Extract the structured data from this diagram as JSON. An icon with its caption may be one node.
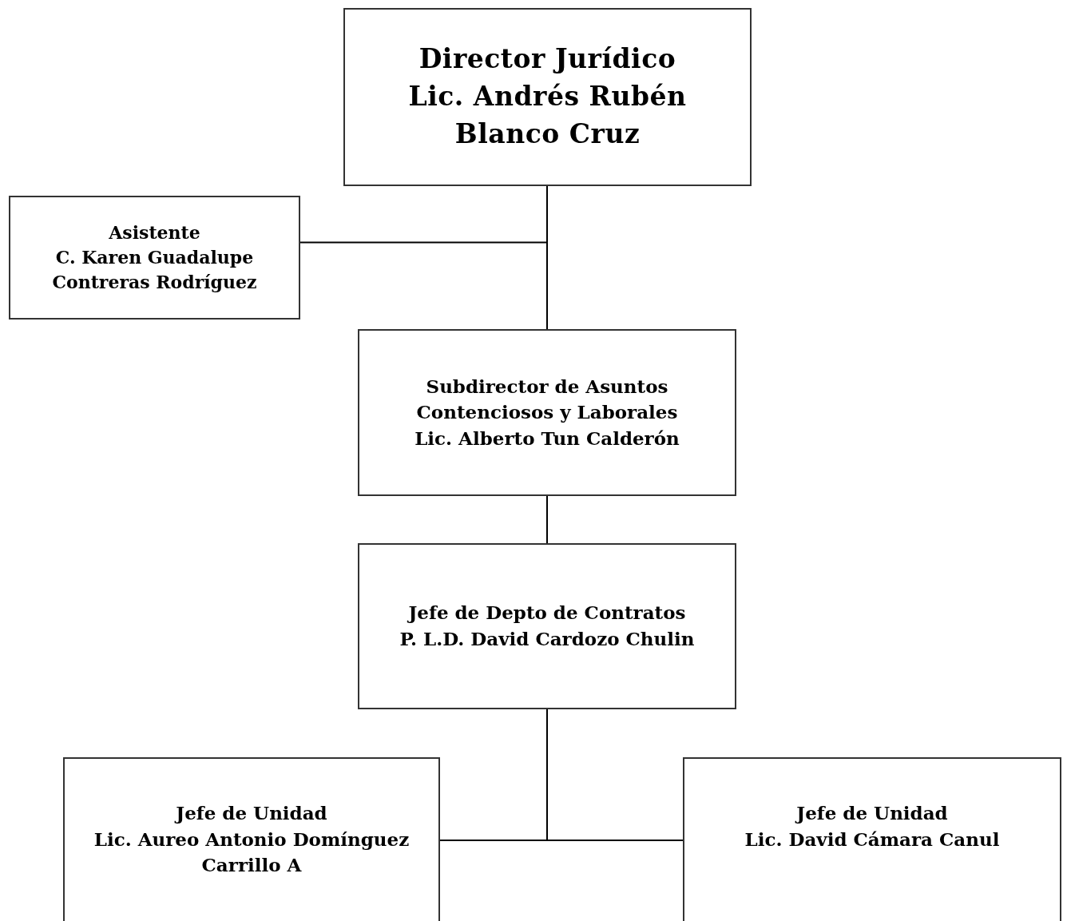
{
  "diagram": {
    "nodes": [
      {
        "text": [
          "Director Jurídico",
          "Lic. Andrés Rubén Blanco Cruz"
        ]
      },
      {
        "text": [
          "Asistente",
          "C. Karen Guadalupe Contreras Rodríguez"
        ]
      },
      {
        "text": [
          "Subdirector de Asuntos Contenciosos y Laborales",
          "Lic. Alberto Tun Calderón"
        ]
      },
      {
        "text": [
          "Jefe de Depto de Contratos",
          "P. L.D. David Cardozo Chulin"
        ]
      },
      {
        "text": [
          "Jefe de Unidad",
          "Lic. Aureo Antonio Domínguez Carrillo A"
        ]
      },
      {
        "text": [
          "Jefe de Unidad",
          "Lic. David Cámara Canul"
        ]
      }
    ],
    "edges": [
      {
        "from": 0,
        "to": 2,
        "arrow": "none"
      },
      {
        "from": 1,
        "to": 0,
        "arrow": "none"
      },
      {
        "from": 2,
        "to": 3,
        "arrow": "none"
      },
      {
        "from": 3,
        "to": 4,
        "arrow": "none"
      },
      {
        "from": 3,
        "to": 5,
        "arrow": "none"
      }
    ]
  }
}
